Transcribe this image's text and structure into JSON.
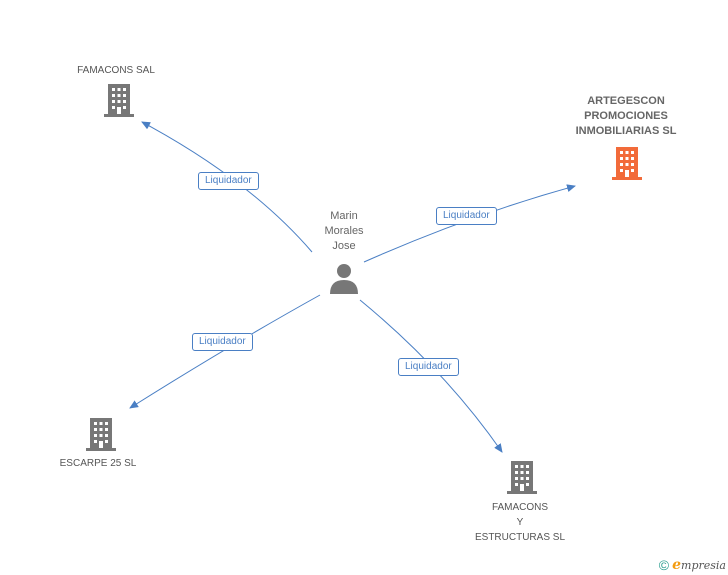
{
  "person": {
    "name_lines": [
      "Marin",
      "Morales",
      "Jose"
    ],
    "icon": "person-icon"
  },
  "companies": [
    {
      "id": "famacons-sal",
      "lines": [
        "FAMACONS SAL"
      ],
      "icon": "building-icon",
      "color": "#777777"
    },
    {
      "id": "artegescon",
      "lines": [
        "ARTEGESCON",
        "PROMOCIONES",
        "INMOBILIARIAS SL"
      ],
      "icon": "building-icon",
      "color": "#f26b3a",
      "highlight": true
    },
    {
      "id": "escarpe",
      "lines": [
        "ESCARPE 25 SL"
      ],
      "icon": "building-icon",
      "color": "#777777"
    },
    {
      "id": "famacons-estructuras",
      "lines": [
        "FAMACONS",
        "Y",
        "ESTRUCTURAS SL"
      ],
      "icon": "building-icon",
      "color": "#777777"
    }
  ],
  "edges": [
    {
      "to": "famacons-sal",
      "label": "Liquidador"
    },
    {
      "to": "artegescon",
      "label": "Liquidador"
    },
    {
      "to": "escarpe",
      "label": "Liquidador"
    },
    {
      "to": "famacons-estructuras",
      "label": "Liquidador"
    }
  ],
  "colors": {
    "edge": "#4a7fc4",
    "person": "#777777"
  },
  "footer": {
    "copyright_symbol": "©",
    "brand_initial": "e",
    "brand_rest": "mpresia"
  }
}
